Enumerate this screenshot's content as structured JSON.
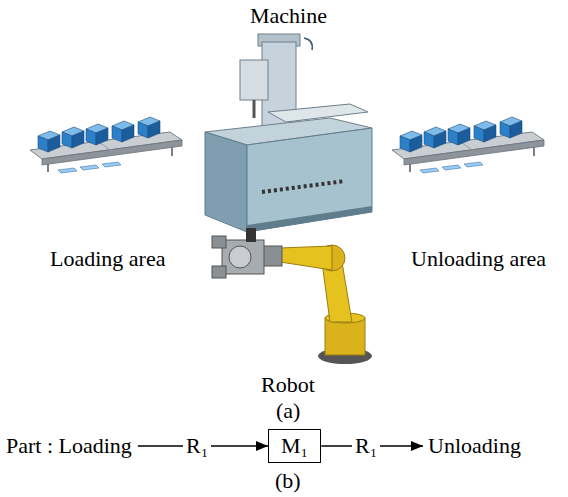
{
  "diagram": {
    "nodes": [
      {
        "text": [
          "M₁"
        ]
      }
    ],
    "labels": [
      "Machine",
      "Loading area",
      "Unloading area",
      "Robot",
      "(a)",
      "Part : Loading",
      "R₁",
      "R₁",
      "Unloading",
      "(b)"
    ]
  }
}
